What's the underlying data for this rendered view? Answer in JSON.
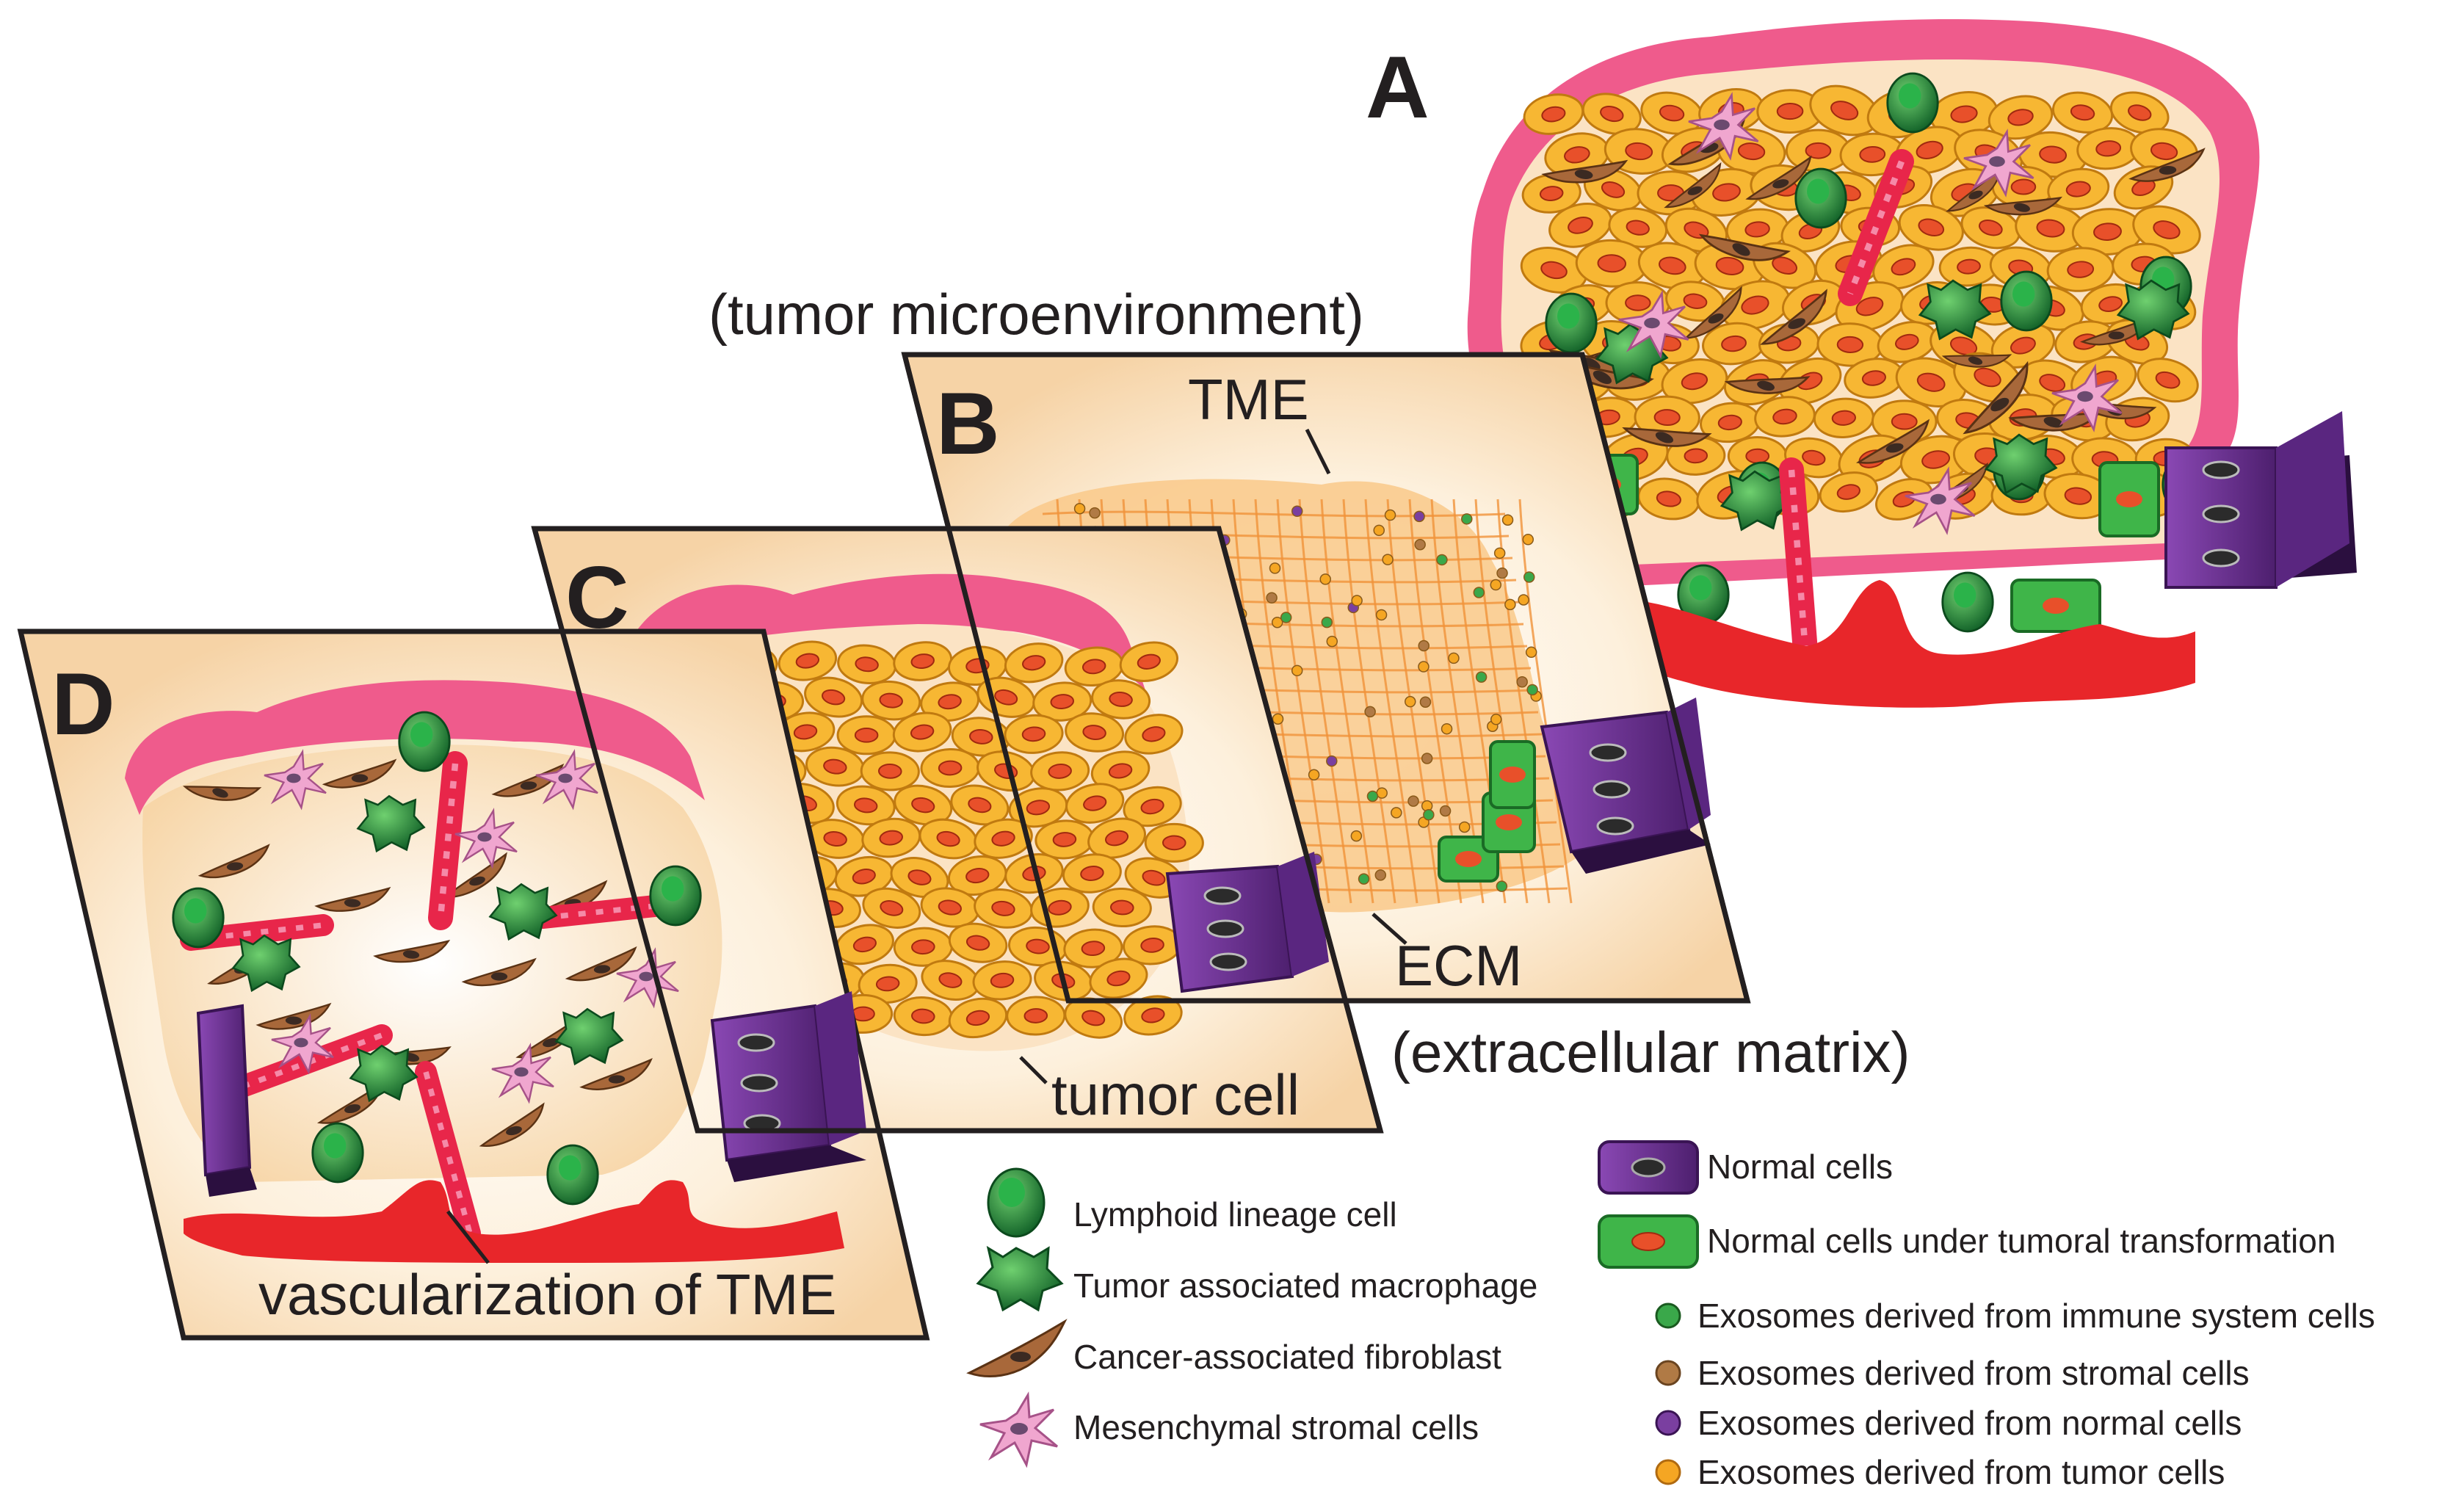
{
  "panels": {
    "a": "A",
    "b": "B",
    "c": "C",
    "d": "D"
  },
  "labels": {
    "tme_full": "(tumor microenvironment)",
    "tme": "TME",
    "ecm": "ECM",
    "ecm_full": "(extracellular matrix)",
    "tumor_cell": "tumor cell",
    "vascularization": "vascularization of TME"
  },
  "legend_left": [
    {
      "icon": "lymphoid-cell-icon",
      "label": "Lymphoid lineage cell"
    },
    {
      "icon": "macrophage-icon",
      "label": "Tumor associated macrophage"
    },
    {
      "icon": "fibroblast-icon",
      "label": "Cancer-associated fibroblast"
    },
    {
      "icon": "stromal-cell-icon",
      "label": "Mesenchymal stromal cells"
    }
  ],
  "legend_right": [
    {
      "icon": "normal-cell-icon",
      "label": "Normal cells"
    },
    {
      "icon": "transforming-cell-icon",
      "label": "Normal cells under tumoral transformation"
    },
    {
      "icon": "exosome-immune-icon",
      "label": "Exosomes derived from immune system cells",
      "color": "#3aa84a"
    },
    {
      "icon": "exosome-stromal-icon",
      "label": "Exosomes derived from stromal cells",
      "color": "#b07a45"
    },
    {
      "icon": "exosome-normal-icon",
      "label": "Exosomes derived from normal cells",
      "color": "#7a3fa0"
    },
    {
      "icon": "exosome-tumor-icon",
      "label": "Exosomes derived from tumor cells",
      "color": "#f5a623"
    }
  ],
  "colors": {
    "tumor_cell": "#f7b733",
    "tumor_nucleus": "#e8502a",
    "capsule": "#ef5b8c",
    "vessel": "#e8262a",
    "normal_cell": "#6a2c91",
    "transforming": "#3fb549",
    "fibroblast": "#a8683a",
    "lymphoid": "#1e8a3c",
    "stromal": "#f0a6cf",
    "panel_bg": "#fbe8cc"
  }
}
